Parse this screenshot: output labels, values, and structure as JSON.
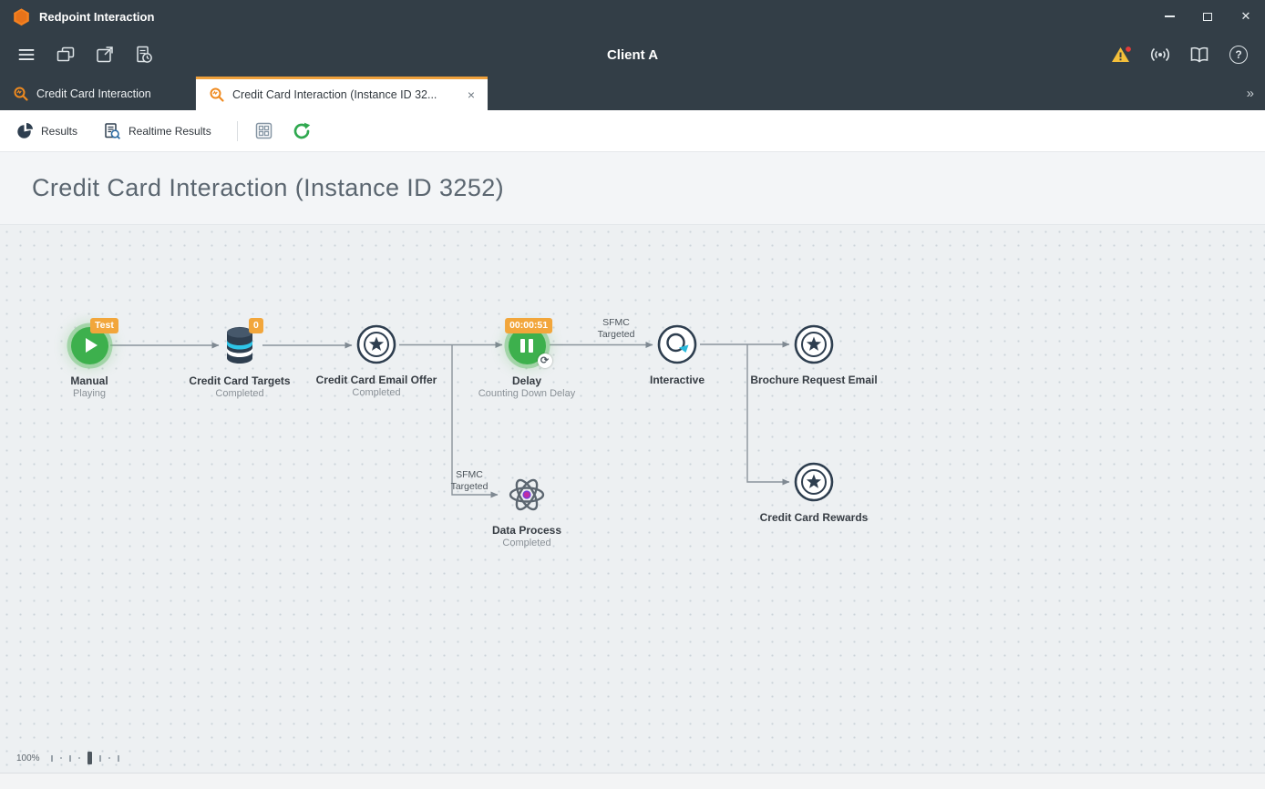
{
  "titlebar": {
    "app_title": "Redpoint Interaction"
  },
  "toolbar": {
    "client_label": "Client A"
  },
  "tabs": [
    {
      "label": "Credit Card Interaction"
    },
    {
      "label": "Credit Card Interaction (Instance ID 32..."
    }
  ],
  "actionbar": {
    "results": "Results",
    "realtime": "Realtime Results"
  },
  "page": {
    "title": "Credit Card Interaction (Instance ID 3252)"
  },
  "workflow": {
    "nodes": [
      {
        "name": "Manual",
        "status": "Playing",
        "badge": "Test"
      },
      {
        "name": "Credit Card Targets",
        "status": "Completed",
        "badge": "0"
      },
      {
        "name": "Credit Card Email Offer",
        "status": "Completed"
      },
      {
        "name": "Delay",
        "status": "Counting Down Delay",
        "badge": "00:00:51"
      },
      {
        "name": "Interactive",
        "status": ""
      },
      {
        "name": "Brochure Request Email",
        "status": ""
      },
      {
        "name": "Data Process",
        "status": "Completed"
      },
      {
        "name": "Credit Card Rewards",
        "status": ""
      }
    ],
    "edge_labels": [
      {
        "text": "SFMC Targeted"
      },
      {
        "text": "SFMC Targeted"
      }
    ]
  },
  "statusbar": {
    "zoom": "100%"
  },
  "colors": {
    "accent_orange": "#f0a13c",
    "header_dark": "#333e47",
    "node_green": "#3db04d",
    "node_navy": "#2e3e4f",
    "node_cyan": "#29b9dc",
    "refresh_green": "#2fa84f"
  },
  "icons": {
    "menu": "☰",
    "tab_close": "×",
    "tab_overflow": "»",
    "window_close": "✕",
    "help": "?",
    "sync": "⟳"
  }
}
